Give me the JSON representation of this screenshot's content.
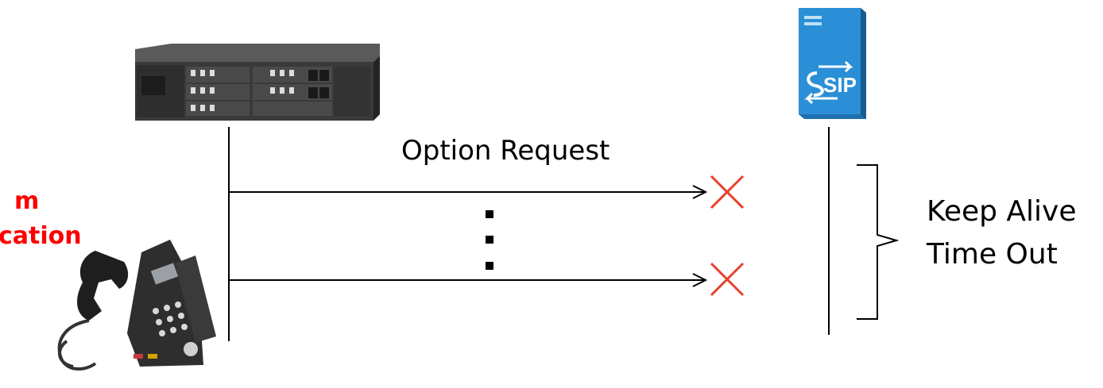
{
  "labels": {
    "option_request": "Option Request",
    "keep_alive": "Keep Alive",
    "time_out": "Time Out",
    "alarm_line1": "m",
    "alarm_line2": "cation"
  },
  "devices": {
    "pbx": "pbx-unit",
    "phone": "desk-telephone",
    "sip_server": "SIP"
  },
  "colors": {
    "line": "#000000",
    "x_mark": "#e8402a",
    "alarm": "#ff0000",
    "server_blue": "#2a8fd6"
  }
}
